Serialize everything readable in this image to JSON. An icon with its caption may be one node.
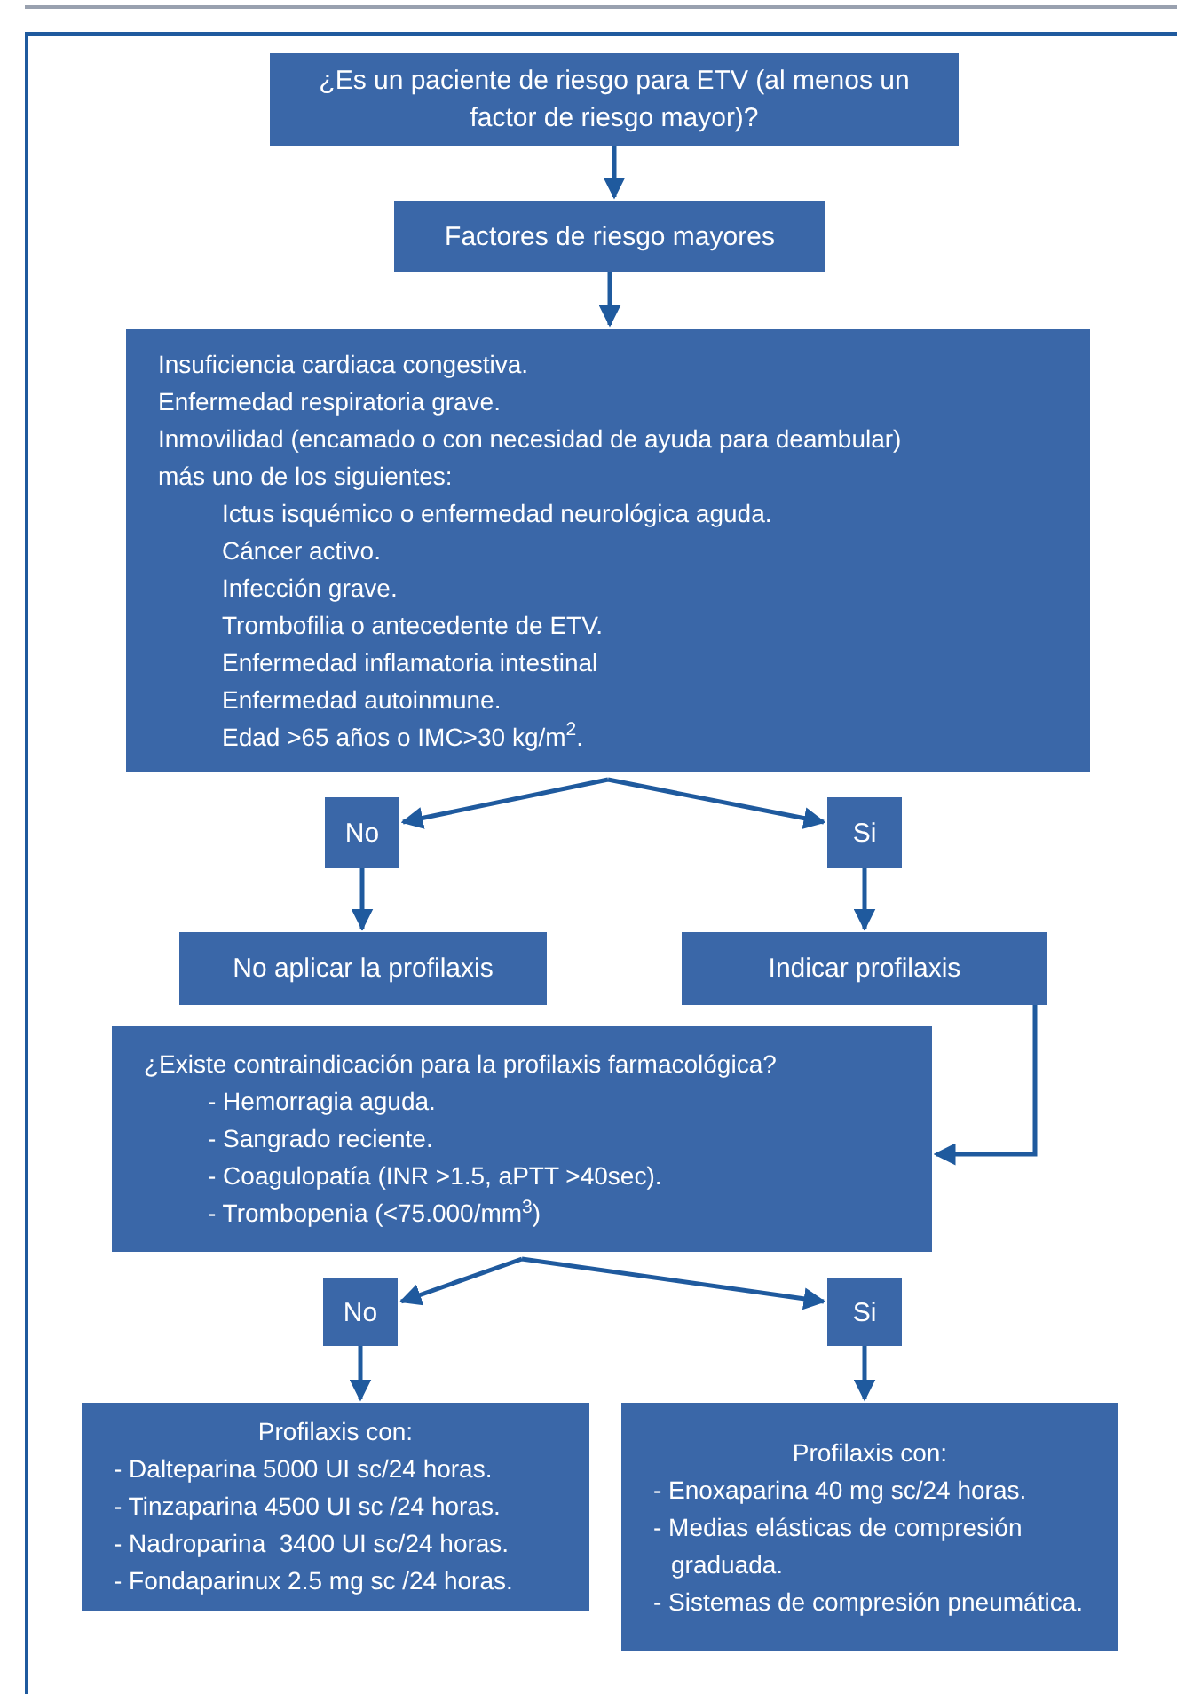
{
  "diagram": {
    "nodes": [
      {
        "text": [
          "¿Es un paciente de riesgo para ETV (al menos un factor de riesgo mayor)?"
        ]
      },
      {
        "text": [
          "Factores de riesgo mayores"
        ]
      },
      {
        "text": [
          "Insuficiencia cardiaca congestiva.",
          "Enfermedad respiratoria grave.",
          "Inmovilidad (encamado o con necesidad de ayuda para deambular)",
          "más uno de los siguientes:",
          "Ictus isquémico o enfermedad neurológica aguda.",
          "Cáncer activo.",
          "Infección grave.",
          "Trombofilia o antecedente de ETV.",
          "Enfermedad inflamatoria intestinal",
          "Enfermedad autoinmune.",
          "Edad >65 años o IMC>30 kg/m$^{2}$."
        ]
      },
      {
        "text": [
          "No"
        ]
      },
      {
        "text": [
          "Si"
        ]
      },
      {
        "text": [
          "No aplicar la profilaxis"
        ]
      },
      {
        "text": [
          "Indicar profilaxis"
        ]
      },
      {
        "text": [
          "¿Existe contraindicación para la profilaxis farmacológica?",
          "- Hemorragia aguda.",
          "- Sangrado reciente.",
          "- Coagulopatía (INR >1.5, aPTT >40sec).",
          "- Trombopenia (<75.000/mm$^{3}$)"
        ]
      },
      {
        "text": [
          "No"
        ]
      },
      {
        "text": [
          "Si"
        ]
      },
      {
        "text": [
          "Profilaxis con:",
          "- Dalteparina 5000 UI sc/24 horas.",
          "- Tinzaparina 4500 UI sc /24 horas.",
          "- Nadroparina  3400 UI sc/24 horas.",
          "- Fondaparinux 2.5 mg sc /24 horas."
        ]
      },
      {
        "text": [
          "Profilaxis con:",
          "- Enoxaparina 40 mg sc/24 horas.",
          "- Medias elásticas de compresión graduada.",
          "- Sistemas de compresión pneumática."
        ]
      }
    ],
    "edges": [
      {
        "from": 0,
        "to": 1,
        "arrow": "to"
      },
      {
        "from": 1,
        "to": 2,
        "arrow": "to"
      },
      {
        "from": 2,
        "to": 3,
        "arrow": "to"
      },
      {
        "from": 2,
        "to": 4,
        "arrow": "to"
      },
      {
        "from": 3,
        "to": 5,
        "arrow": "to"
      },
      {
        "from": 4,
        "to": 6,
        "arrow": "to"
      },
      {
        "from": 6,
        "to": 7,
        "arrow": "to"
      },
      {
        "from": 7,
        "to": 8,
        "arrow": "to"
      },
      {
        "from": 7,
        "to": 9,
        "arrow": "to"
      },
      {
        "from": 8,
        "to": 10,
        "arrow": "to"
      },
      {
        "from": 9,
        "to": 11,
        "arrow": "to"
      }
    ]
  }
}
